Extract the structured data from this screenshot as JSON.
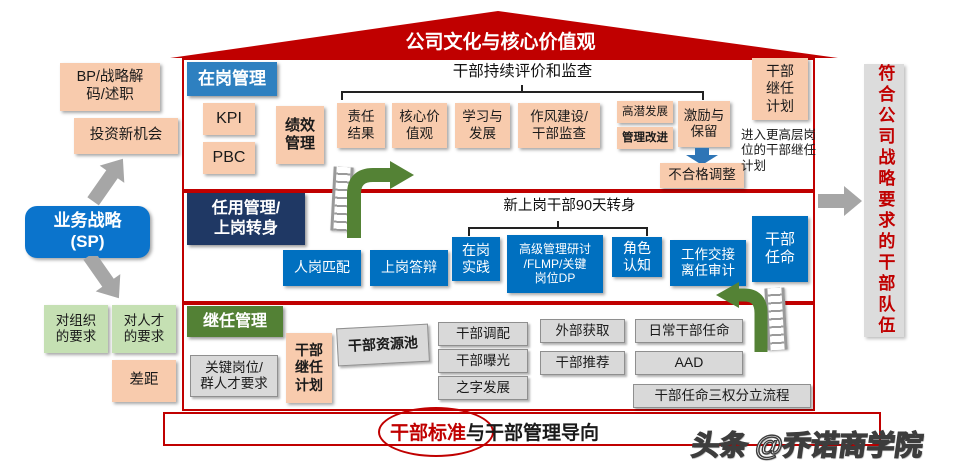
{
  "roof": {
    "title": "公司文化与核心价值观"
  },
  "left_flow": {
    "bp": "BP/战略解\n码/述职",
    "invest": "投资新机会",
    "strategy": "业务战略\n(SP)",
    "org_req": "对组织\n的要求",
    "talent_req": "对人才\n的要求",
    "gap": "差距"
  },
  "on_job": {
    "header": "在岗管理",
    "kpi": "KPI",
    "pbc": "PBC",
    "performance": "绩效\n管理",
    "bracket_label": "干部持续评价和监查",
    "items": [
      "责任\n结果",
      "核心价\n值观",
      "学习与\n发展",
      "作风建设/\n干部监查"
    ],
    "high_potential": "高潜发展",
    "mgmt_improve": "管理改进",
    "incentive": "激励与\n保留",
    "unqualified": "不合格调整"
  },
  "appointment": {
    "header": "任用管理/\n上岗转身",
    "bracket_label": "新上岗干部90天转身",
    "job_match": "人岗匹配",
    "defense": "上岗答辩",
    "practice": "在岗\n实践",
    "training": "高级管理研讨\n/FLMP/关键\n岗位DP",
    "role": "角色\n认知",
    "handover": "工作交接\n离任审计",
    "appoint": "干部\n任命"
  },
  "succession": {
    "header": "继任管理",
    "key_positions": "关键岗位/\n群人才要求",
    "plan": "干部\n继任\n计划",
    "pool": "干部资源池",
    "deploy": "干部调配",
    "exposure": "干部曝光",
    "zigzag": "之字发展",
    "external": "外部获取",
    "recommend": "干部推荐",
    "daily": "日常干部任命",
    "aad": "AAD",
    "three_power": "干部任命三权分立流程"
  },
  "right_flow": {
    "succession_plan": "干部\n继任\n计划",
    "note": "进入更高层岗位的干部继任计划",
    "outcome": "符合公司战略要求的干部队伍"
  },
  "banner": {
    "highlight": "干部标准",
    "rest": "与干部管理导向"
  },
  "watermark": "头条 @乔诺商学院",
  "colors": {
    "red": "#c00000",
    "orange_box": "#f8cbad",
    "blue_box": "#0070c0",
    "header_blue": "#2e80c0",
    "header_navy": "#1f3864",
    "header_green": "#538135",
    "light_green_box": "#c5e0b3",
    "gray_box": "#d9d9d9",
    "arrow_green": "#548235",
    "arrow_gray": "#a6a6a6",
    "arrow_blue": "#2e75b6"
  }
}
